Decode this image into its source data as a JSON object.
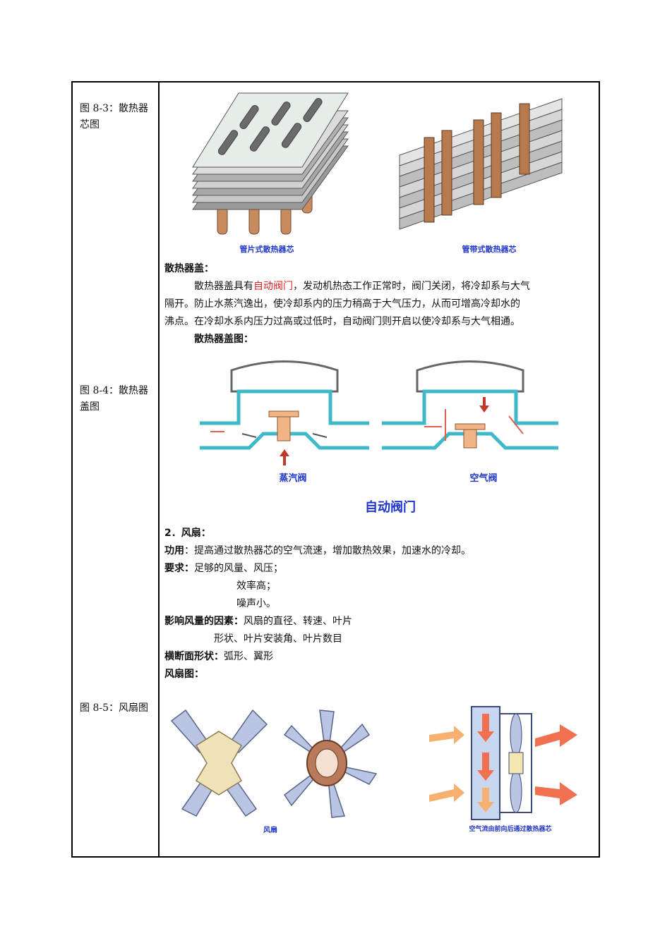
{
  "labels": {
    "fig83": "图 8-3：散热器芯图",
    "fig84": "图 8-4：散热器盖图",
    "fig85": "图 8-5：风扇图"
  },
  "fig83": {
    "cap_left": "管片式散热器芯",
    "cap_right": "管带式散热器芯"
  },
  "cap_section": {
    "heading": "散热器盖：",
    "para_before": "散热器盖具有",
    "para_highlight": "自动阀门",
    "para_after": "，发动机热态工作正常时，阀门关闭，将冷却系与大气",
    "line2": "隔开。防止水蒸汽逸出，使冷却系内的压力稍高于大气压力，从而可增高冷却水的",
    "line3": "沸点。在冷却水系内压力过高或过低时，自动阀门则开启以使冷却系与大气相通。",
    "diagram_heading": "散热器盖图："
  },
  "fig84": {
    "cap_left": "蒸汽阀",
    "cap_right": "空气阀",
    "title": "自动阀门"
  },
  "fan_section": {
    "heading": "2．风扇：",
    "func_label": "功用",
    "func_text": "：提高通过散热器芯的空气流速，增加散热效果，加速水的冷却。",
    "req_label": "要求：",
    "req_text": "足够的风量、风压；",
    "req2": "效率高；",
    "req3": "噪声小。",
    "factor_label": "影响风量的因素：",
    "factor_text": "风扇的直径、转速、叶片",
    "factor_text2": "形状、叶片安装角、叶片数目",
    "shape_label": "横断面形状：",
    "shape_text": "弧形、翼形",
    "diagram_heading": "风扇图："
  },
  "fig85": {
    "cap_left": "风扇",
    "cap_right": "空气流由前向后通过散热器芯"
  }
}
